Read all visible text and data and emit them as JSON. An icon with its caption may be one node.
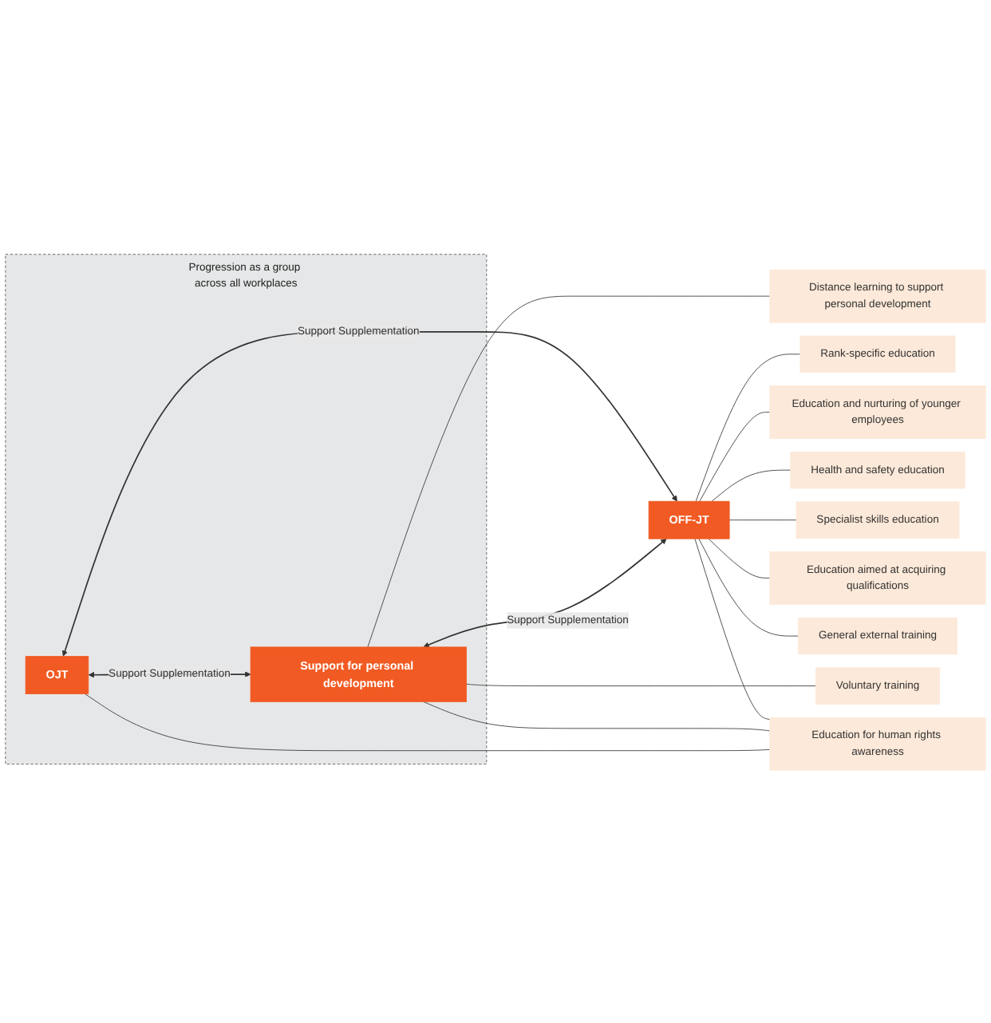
{
  "diagram": {
    "nodes": [
      {
        "text": [
          "Progression as a group across all workplaces"
        ]
      },
      {
        "text": [
          "OJT"
        ],
        "in": 0
      },
      {
        "text": [
          "Support for personal development"
        ],
        "in": 0
      },
      {
        "text": [
          "OFF-JT"
        ]
      },
      {
        "text": [
          "Distance learning to support personal development"
        ]
      },
      {
        "text": [
          "Voluntary training"
        ]
      },
      {
        "text": [
          "Rank-specific education"
        ]
      },
      {
        "text": [
          "Education and nurturing of younger employees"
        ]
      },
      {
        "text": [
          "Health and safety education"
        ]
      },
      {
        "text": [
          "Specialist skills education"
        ]
      },
      {
        "text": [
          "Education aimed at acquiring qualifications"
        ]
      },
      {
        "text": [
          "General external training"
        ]
      },
      {
        "text": [
          "Education for human rights awareness"
        ]
      }
    ],
    "edges": [
      {
        "from": 1,
        "to": 2,
        "arrow": "both",
        "label": "Support Supplementation"
      },
      {
        "from": 2,
        "to": 3,
        "arrow": "both",
        "label": "Support Supplementation"
      },
      {
        "from": 1,
        "to": 3,
        "arrow": "both",
        "label": "Support Supplementation"
      },
      {
        "from": 2,
        "to": 4,
        "arrow": "none"
      },
      {
        "from": 2,
        "to": 5,
        "arrow": "none"
      },
      {
        "from": 3,
        "to": 6,
        "arrow": "none"
      },
      {
        "from": 3,
        "to": 7,
        "arrow": "none"
      },
      {
        "from": 3,
        "to": 8,
        "arrow": "none"
      },
      {
        "from": 3,
        "to": 9,
        "arrow": "none"
      },
      {
        "from": 3,
        "to": 10,
        "arrow": "none"
      },
      {
        "from": 3,
        "to": 11,
        "arrow": "none"
      },
      {
        "from": 1,
        "to": 12,
        "arrow": "none"
      },
      {
        "from": 2,
        "to": 12,
        "arrow": "none"
      },
      {
        "from": 3,
        "to": 12,
        "arrow": "none"
      }
    ]
  }
}
